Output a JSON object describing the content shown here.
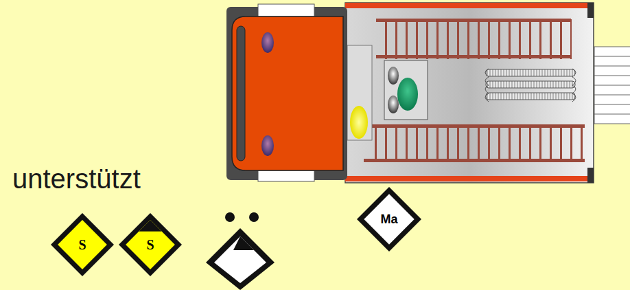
{
  "diagram": {
    "nodes": [
      {
        "text": [
          "Ma"
        ]
      },
      {
        "text": [
          "S"
        ]
      },
      {
        "text": [
          "S"
        ]
      }
    ],
    "labels": [
      "unterstützt"
    ]
  }
}
